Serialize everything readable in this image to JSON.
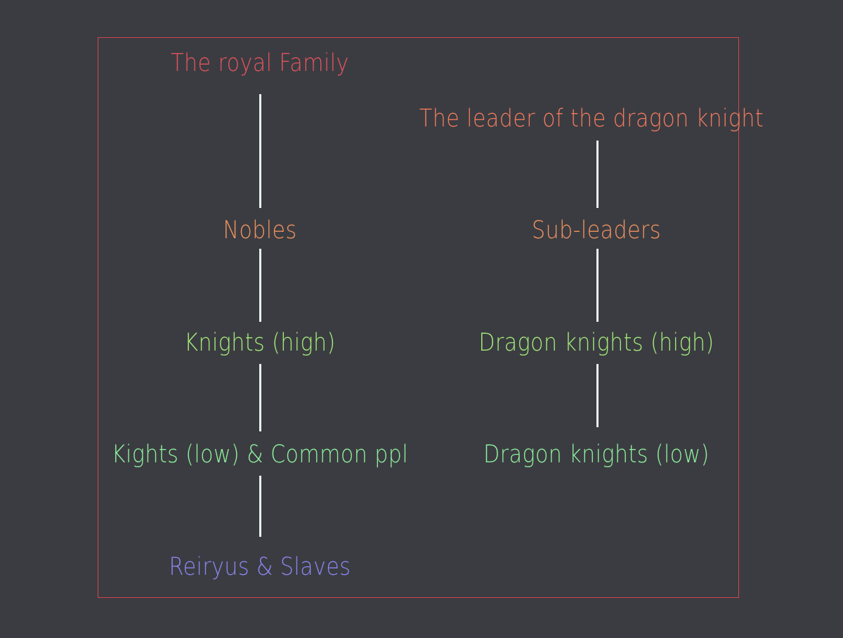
{
  "diagram": {
    "left_hierarchy": [
      {
        "label": "The royal Family",
        "color": "#e2545f"
      },
      {
        "label": "Nobles",
        "color": "#ef9360"
      },
      {
        "label": "Knights (high)",
        "color": "#a3e97b"
      },
      {
        "label": "Kights (low) & Common ppl",
        "color": "#8ef09e"
      },
      {
        "label": "Reiryus & Slaves",
        "color": "#8a86f0"
      }
    ],
    "right_hierarchy": [
      {
        "label": "The leader of the dragon knight",
        "color": "#f07a5e"
      },
      {
        "label": "Sub-leaders",
        "color": "#ef9360"
      },
      {
        "label": "Dragon knights (high)",
        "color": "#a3e97b"
      },
      {
        "label": "Dragon knights (low)",
        "color": "#8ef09e"
      }
    ],
    "colors": {
      "background": "#3b3c41",
      "frame": "#d0454f",
      "connector": "#e6f4ee"
    }
  }
}
